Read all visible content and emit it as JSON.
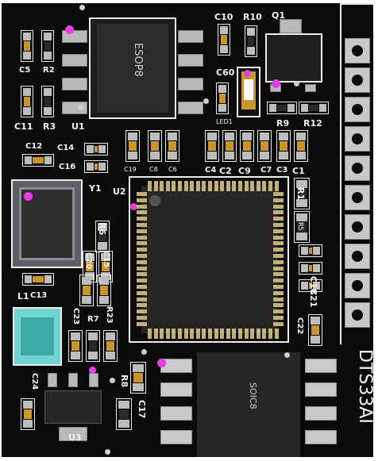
{
  "board": {
    "name": "pcb-board",
    "ics": {
      "u1": {
        "ref": "U1",
        "package": "ESOP8"
      },
      "u2": {
        "ref": "U2"
      },
      "u3": {
        "ref": "U3"
      },
      "soic": {
        "package": "SOIC8"
      },
      "q1": {
        "ref": "Q1"
      },
      "y1": {
        "ref": "Y1"
      },
      "l1": {
        "ref": "L1"
      },
      "led1": {
        "ref": "LED1"
      }
    },
    "labels": {
      "c5": "C5",
      "r2": "R2",
      "c11": "C11",
      "r3": "R3",
      "c12": "C12",
      "c14": "C14",
      "c16": "C16",
      "c10": "C10",
      "r10": "R10",
      "c60": "C60",
      "r9": "R9",
      "r12": "R12",
      "c19": "C19",
      "c8": "C8",
      "c6": "C6",
      "c4": "C4",
      "c2": "C2",
      "c9": "C9",
      "c7": "C7",
      "c3": "C3",
      "c1": "C1",
      "r1": "R1",
      "r5": "R5",
      "c18": "C18",
      "c21": "C21",
      "c22": "C22",
      "r6": "R6",
      "c15": "C15",
      "c20": "C20",
      "c13": "C13",
      "c23": "C23",
      "r7": "R7",
      "r23": "R23",
      "r8": "R8",
      "c17": "C17",
      "c24": "C24"
    },
    "silkscreen_text": "DTS33AI",
    "colors": {
      "board": "#0b0b0b",
      "silk": "#f2f2f2",
      "pad": "#bdbdbd",
      "pin1": "#e23ee0",
      "inductor": "#6fd3cf",
      "cap": "#c9962e"
    }
  }
}
